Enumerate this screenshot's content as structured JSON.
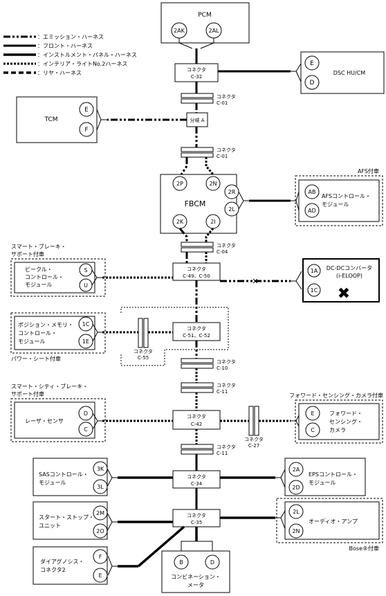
{
  "legend": [
    {
      "style": "emission",
      "label": "：エミッション・ハーネス"
    },
    {
      "style": "front",
      "label": "：フロント・ハーネス"
    },
    {
      "style": "instrument",
      "label": "：インストルメント・パネル・ハーネス"
    },
    {
      "style": "interior",
      "label": "：インテリア・ライトNo.2ハーネス"
    },
    {
      "style": "rear",
      "label": "：リヤ・ハーネス"
    }
  ],
  "modules": {
    "pcm": "PCM",
    "dsc": "DSC HU/CM",
    "tcm": "TCM",
    "fbcm": "FBCM",
    "afs_line1": "AFSコントロール・",
    "afs_line2": "モジュール",
    "afs_note": "AFS付車",
    "vehicle_line1": "ビークル・",
    "vehicle_line2": "コントロール・",
    "vehicle_line3": "モジュール",
    "ssbs_note1": "スマート・ブレーキ・",
    "ssbs_note2": "サポート付車",
    "dcdc_line1": "DC-DCコンバータ",
    "dcdc_line2": "(i-ELOOP)",
    "position_line1": "ポジション・メモリ・",
    "position_line2": "コントロール・",
    "position_line3": "モジュール",
    "power_seat_note": "パワー・シート付車",
    "scbs_note1": "スマート・シティ・ブレーキ・",
    "scbs_note2": "サポート付車",
    "laser": "レーザ・センサ",
    "camera_note": "フォワード・センシング・カメラ付車",
    "camera_line1": "フォワード・",
    "camera_line2": "センシング・",
    "camera_line3": "カメラ",
    "sas_line1": "SASコントロール・",
    "sas_line2": "モジュール",
    "eps_line1": "EPSコントロール・",
    "eps_line2": "モジュール",
    "startstop_line1": "スタート・ストップ・",
    "startstop_line2": "ユニット",
    "audio": "オーディオ・アンプ",
    "bose_note": "Bose®付車",
    "dlc_line1": "ダイアグノシス・",
    "dlc_line2": "コネクタ2",
    "combi_line1": "コンビネーション・",
    "combi_line2": "メータ"
  },
  "pins": {
    "pcm_l": "2AK",
    "pcm_r": "2AL",
    "dsc_t": "E",
    "dsc_b": "D",
    "tcm_t": "E",
    "tcm_b": "F",
    "fbcm_tl": "2P",
    "fbcm_tr": "2N",
    "fbcm_rt": "2R",
    "fbcm_rb": "2L",
    "fbcm_bl": "2K",
    "fbcm_br": "2I",
    "afs_t": "AB",
    "afs_b": "AD",
    "vehicle_t": "S",
    "vehicle_b": "U",
    "dcdc_t": "1A",
    "dcdc_b": "1C",
    "position_t": "1C",
    "position_b": "1E",
    "laser_t": "D",
    "laser_b": "C",
    "camera_t": "E",
    "camera_b": "C",
    "sas_t": "3K",
    "sas_b": "3L",
    "eps_t": "2A",
    "eps_b": "2D",
    "startstop_t": "2M",
    "startstop_b": "2O",
    "audio_t": "2L",
    "audio_b": "2N",
    "dlc_t": "F",
    "dlc_b": "E",
    "combi_l": "B",
    "combi_r": "D"
  },
  "connectors": {
    "c32_title": "コネクタ",
    "c32_id": "C-32",
    "c01a_title": "コネクタ",
    "c01a_id": "C-01",
    "branch": "分岐 A",
    "c01b_title": "コネクタ",
    "c01b_id": "C-01",
    "c04_title": "コネクタ",
    "c04_id": "C-04",
    "c49_title": "コネクタ",
    "c49_id": "C-49、C-50",
    "c51_title": "コネクタ",
    "c51_id": "C-51、C-52",
    "c55_title": "コネクタ",
    "c55_id": "C-55",
    "c10_title": "コネクタ",
    "c10_id": "C-10",
    "c11a_title": "コネクタ",
    "c11a_id": "C-11",
    "c42_title": "コネクタ",
    "c42_id": "C-42",
    "c27_title": "コネクタ",
    "c27_id": "C-27",
    "c11b_title": "コネクタ",
    "c11b_id": "C-11",
    "c34_title": "コネクタ",
    "c34_id": "C-34",
    "c35_title": "コネクタ",
    "c35_id": "C-35"
  },
  "symbols": {
    "cut_mark": "✕",
    "fault_mark": "✖"
  }
}
